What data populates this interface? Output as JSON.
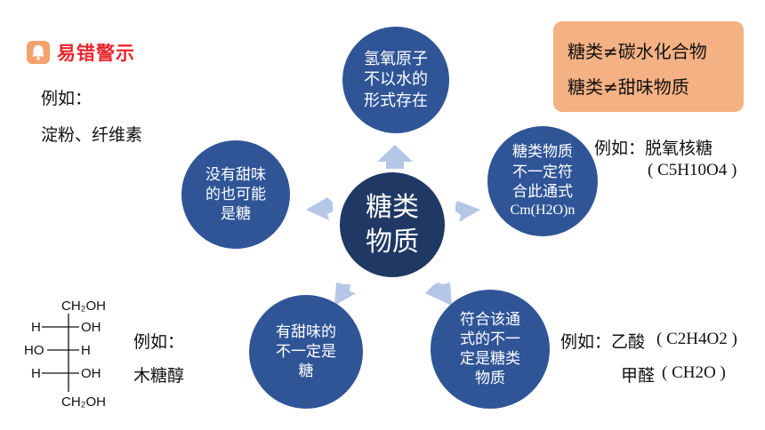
{
  "warning": {
    "title": "易错警示",
    "icon": "bell-icon"
  },
  "example_left_top": {
    "label": "例如：",
    "value": "淀粉、纤维素"
  },
  "callout": {
    "line1": "糖类≠碳水化合物",
    "line2": "糖类≠甜味物质"
  },
  "center": {
    "line1": "糖类",
    "line2": "物质"
  },
  "nodes": {
    "top": {
      "line1": "氢氧原子",
      "line2": "不以水的",
      "line3": "形式存在"
    },
    "right": {
      "line1": "糖类物质",
      "line2": "不一定符",
      "line3": "合此通式",
      "line4": "Cm(H2O)n"
    },
    "left": {
      "line1": "没有甜味",
      "line2": "的也可能",
      "line3": "是糖"
    },
    "bottom_left": {
      "line1": "有甜味的",
      "line2": "不一定是",
      "line3": "糖"
    },
    "bottom_right": {
      "line1": "符合该通",
      "line2": "式的不一",
      "line3": "定是糖类",
      "line4": "物质"
    }
  },
  "example_right_top": {
    "label": "例如：脱氧核糖",
    "formula": "( C5H10O4 )"
  },
  "example_right_bottom": {
    "label": "例如：乙酸",
    "formula1": "( C2H4O2 )",
    "label2": "甲醛",
    "formula2": "( CH2O )"
  },
  "example_left_bottom": {
    "label": "例如：",
    "value": "木糖醇"
  },
  "structure": {
    "top": "CH2OH",
    "r1": "H—|—OH",
    "r2": "HO—|—H",
    "r3": "H—|—OH",
    "bottom": "CH2OH"
  },
  "colors": {
    "node": "#2f5597",
    "center": "#1f3864",
    "arrow": "#b4c7e7",
    "callout": "#f4b183",
    "warn": "#e8262d"
  }
}
